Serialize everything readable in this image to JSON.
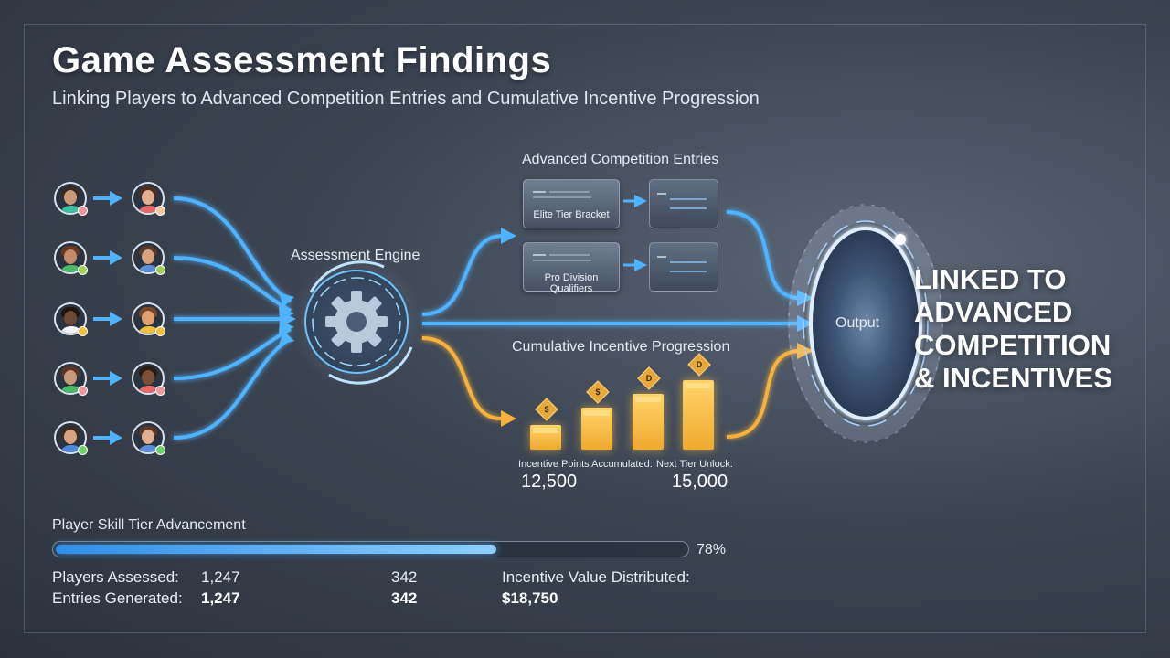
{
  "header": {
    "title": "Game Assessment Findings",
    "subtitle": "Linking Players to Advanced Competition Entries and Cumulative Incentive Progression"
  },
  "engine": {
    "label": "Assessment Engine"
  },
  "competition": {
    "label": "Advanced Competition Entries",
    "entries": [
      {
        "label": "Elite Tier Bracket"
      },
      {
        "label": "Pro Division Qualifiers"
      }
    ]
  },
  "incentive": {
    "label": "Cumulative Incentive Progression",
    "coins": [
      "$",
      "$",
      "D",
      "D"
    ],
    "bar_levels": [
      0.35,
      0.6,
      0.8,
      1.0
    ],
    "points_label": "Incentive Points Accumulated:",
    "points_value": "12,500",
    "next_label": "Next Tier Unlock:",
    "next_value": "15,000"
  },
  "output": {
    "label": "Output",
    "headline": [
      "LINKED TO",
      "ADVANCED",
      "COMPETITION",
      "& INCENTIVES"
    ]
  },
  "players": [
    {
      "from": {
        "skin": "#c99a7a",
        "hair": "#3b2a22",
        "shirt": "#3ec0a0",
        "badge": "#e89aa0"
      },
      "to": {
        "skin": "#e0b090",
        "hair": "#4a3020",
        "shirt": "#e96a6a",
        "badge": "#f2c9a0"
      }
    },
    {
      "from": {
        "skin": "#c58a6a",
        "hair": "#6a3a20",
        "shirt": "#4cb86a",
        "badge": "#9fd05a"
      },
      "to": {
        "skin": "#d9a382",
        "hair": "#5a3a28",
        "shirt": "#5e8ed6",
        "badge": "#9fd05a"
      }
    },
    {
      "from": {
        "skin": "#6e4a34",
        "hair": "#1e1410",
        "shirt": "#f2f2f2",
        "badge": "#f0c040"
      },
      "to": {
        "skin": "#e0a070",
        "hair": "#7a4a28",
        "shirt": "#f0c040",
        "badge": "#f0c040"
      }
    },
    {
      "from": {
        "skin": "#c99a7a",
        "hair": "#5a3524",
        "shirt": "#4cb86a",
        "badge": "#e89aa0"
      },
      "to": {
        "skin": "#7a5038",
        "hair": "#2a1c14",
        "shirt": "#e96a6a",
        "badge": "#e89aa0"
      }
    },
    {
      "from": {
        "skin": "#d9a382",
        "hair": "#3a2a20",
        "shirt": "#4e86d8",
        "badge": "#6fd06a"
      },
      "to": {
        "skin": "#e0b090",
        "hair": "#5a3a28",
        "shirt": "#5e8ed6",
        "badge": "#6fd06a"
      }
    }
  ],
  "advancement": {
    "label": "Player Skill Tier Advancement",
    "progress": 0.7,
    "progress_text": "78%"
  },
  "stats": {
    "rows": [
      {
        "label": "Players Assessed:",
        "value1": "1,247",
        "value2": "342"
      },
      {
        "label": "Entries Generated:",
        "value1": "1,247",
        "value2": "342"
      }
    ],
    "incentive_label": "Incentive Value Distributed:",
    "incentive_value": "$18,750"
  },
  "colors": {
    "blue": "#4fb3ff",
    "orange": "#f6b23c",
    "ring": "#dfeeff"
  }
}
